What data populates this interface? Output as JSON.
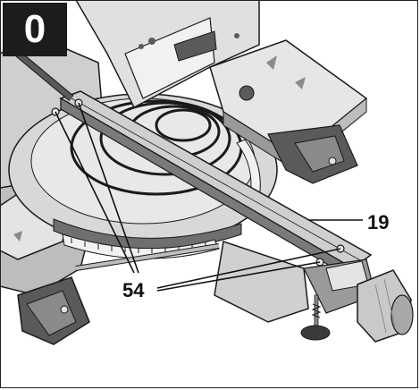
{
  "figure": {
    "step_badge": "0",
    "callouts": [
      {
        "id": "19",
        "label": "19"
      },
      {
        "id": "54",
        "label": "54"
      }
    ]
  },
  "colors": {
    "badge_bg": "#1c1c1c",
    "metal_light": "#e4e4e4",
    "metal_mid": "#bdbdbd",
    "metal_dark": "#5a5a5a",
    "outline": "#1a1a1a"
  }
}
